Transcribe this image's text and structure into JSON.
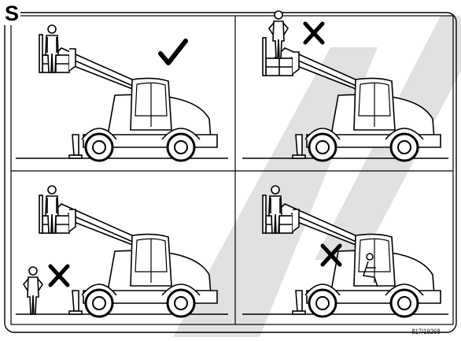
{
  "section_letter": "S",
  "figure_reference": "817/19268",
  "panels": [
    {
      "position": "top-left",
      "status": "allowed",
      "mark_icon": "check-icon"
    },
    {
      "position": "top-right",
      "status": "prohibited",
      "mark_icon": "cross-icon"
    },
    {
      "position": "bottom-left",
      "status": "prohibited",
      "mark_icon": "cross-icon"
    },
    {
      "position": "bottom-right",
      "status": "prohibited",
      "mark_icon": "cross-icon"
    }
  ],
  "colors": {
    "line": "#000000",
    "background": "#ffffff",
    "watermark": "#d9d9d9"
  }
}
